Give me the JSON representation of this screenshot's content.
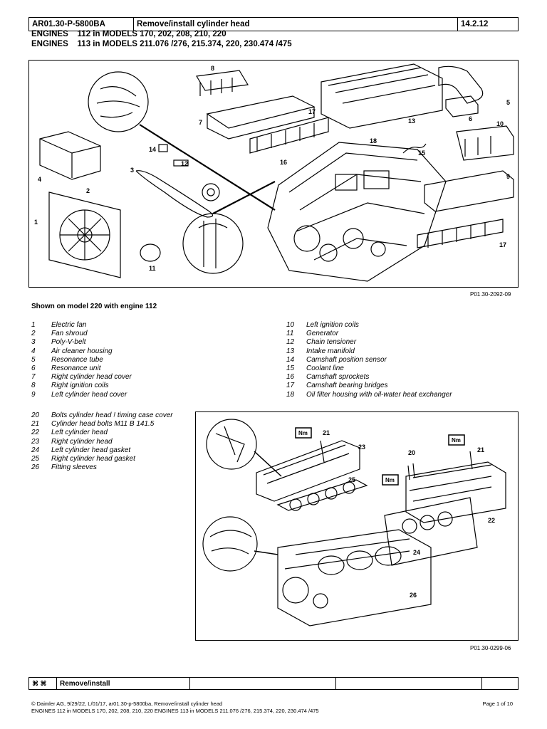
{
  "header": {
    "doc_id": "AR01.30-P-5800BA",
    "title": "Remove/install cylinder head",
    "date": "14.2.12"
  },
  "engines": [
    "ENGINES    112 in MODELS 170, 202, 208, 210, 220",
    "ENGINES    113 in MODELS 211.076 /276, 215.374, 220, 230.474 /475"
  ],
  "figure1": {
    "ref": "P01.30-2092-09",
    "callouts": [
      "1",
      "2",
      "3",
      "4",
      "5",
      "6",
      "7",
      "8",
      "9",
      "10",
      "11",
      "12",
      "13",
      "14",
      "15",
      "16",
      "17",
      "17",
      "18"
    ]
  },
  "caption": "Shown on model 220 with engine 112",
  "legend_left": [
    {
      "n": "1",
      "t": "Electric fan"
    },
    {
      "n": "2",
      "t": "Fan shroud"
    },
    {
      "n": "3",
      "t": "Poly-V-belt"
    },
    {
      "n": "4",
      "t": "Air cleaner housing"
    },
    {
      "n": "5",
      "t": "Resonance tube"
    },
    {
      "n": "6",
      "t": "Resonance unit"
    },
    {
      "n": "7",
      "t": "Right cylinder head cover"
    },
    {
      "n": "8",
      "t": "Right ignition coils"
    },
    {
      "n": "9",
      "t": "Left cylinder head cover"
    }
  ],
  "legend_right": [
    {
      "n": "10",
      "t": "Left ignition coils"
    },
    {
      "n": "11",
      "t": "Generator"
    },
    {
      "n": "12",
      "t": "Chain tensioner"
    },
    {
      "n": "13",
      "t": "Intake manifold"
    },
    {
      "n": "14",
      "t": "Camshaft position sensor"
    },
    {
      "n": "15",
      "t": "Coolant line"
    },
    {
      "n": "16",
      "t": "Camshaft sprockets"
    },
    {
      "n": "17",
      "t": "Camshaft bearing bridges"
    },
    {
      "n": "18",
      "t": "Oil filter housing with oil-water heat exchanger"
    }
  ],
  "legend2": [
    {
      "n": "20",
      "t": "Bolts cylinder head   !  timing case cover"
    },
    {
      "n": "21",
      "t": "Cylinder head bolts M11   B 141.5"
    },
    {
      "n": "22",
      "t": "Left cylinder head"
    },
    {
      "n": "23",
      "t": "Right cylinder head"
    },
    {
      "n": "24",
      "t": "Left cylinder head gasket"
    },
    {
      "n": "25",
      "t": "Right cylinder head gasket"
    },
    {
      "n": "26",
      "t": "Fitting sleeves"
    }
  ],
  "figure2": {
    "ref": "P01.30-0299-06",
    "nm_label": "Nm",
    "callouts": [
      "21",
      "23",
      "25",
      "20",
      "21",
      "22",
      "24",
      "26"
    ]
  },
  "footer_table": {
    "icons": "⌘ ⌘",
    "label": "Remove/install"
  },
  "footer": {
    "line1": "© Daimler AG, 9/29/22, L/01/17, ar01.30-p-5800ba, Remove/install cylinder head",
    "line2": "ENGINES 112 in MODELS 170, 202, 208, 210, 220 ENGINES 113 in MODELS 211.076 /276, 215.374, 220, 230.474 /475",
    "page": "Page 1 of 10"
  }
}
